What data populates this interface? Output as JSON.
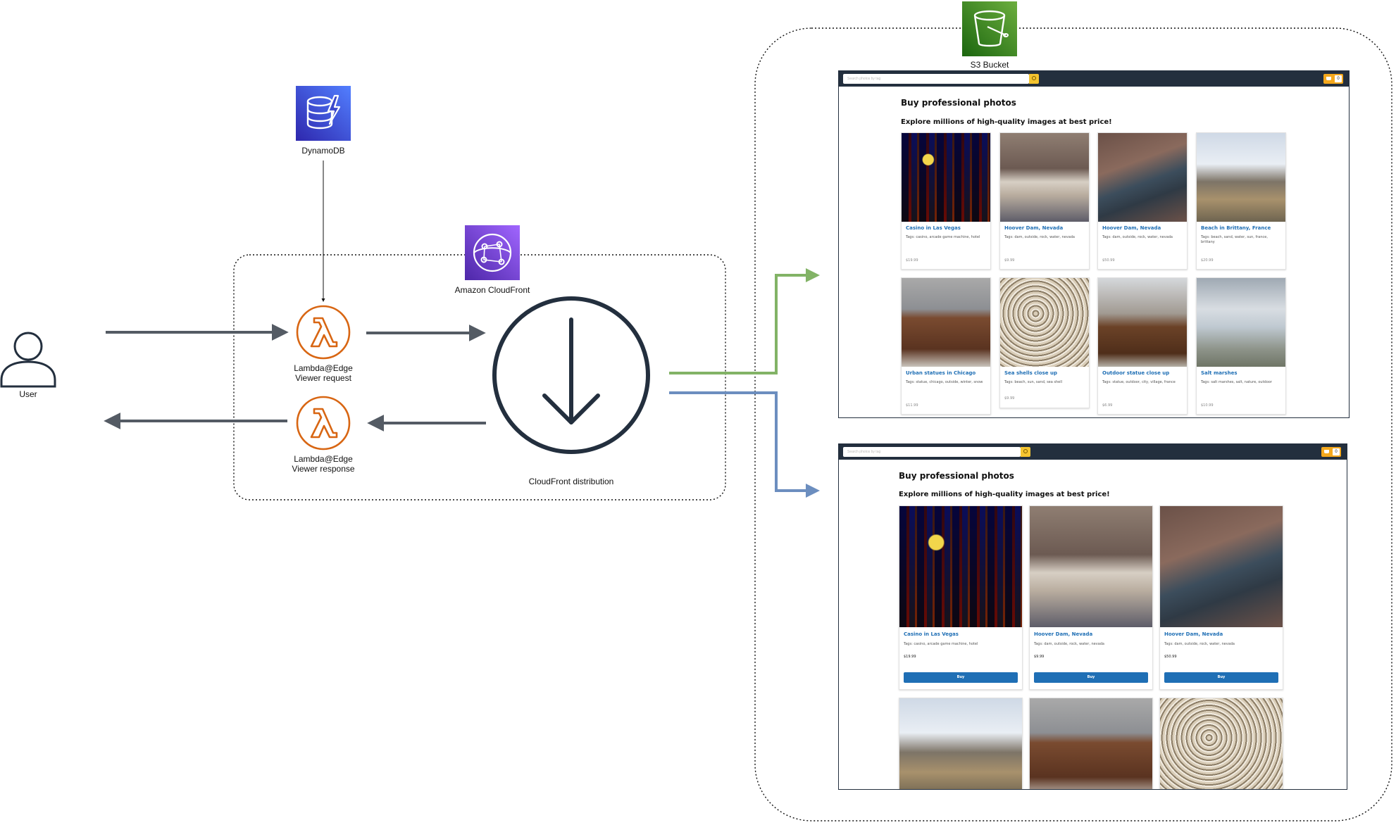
{
  "diagram": {
    "labels": {
      "user": "User",
      "dynamodb": "DynamoDB",
      "cloudfront": "Amazon CloudFront",
      "lambda_request": [
        "Lambda@Edge",
        "Viewer request"
      ],
      "lambda_response": [
        "Lambda@Edge",
        "Viewer response"
      ],
      "distribution": "CloudFront distribution",
      "s3": "S3 Bucket"
    },
    "icons": {
      "user": "user-icon",
      "dynamodb": "dynamodb-icon",
      "cloudfront": "cloudfront-icon",
      "lambda": "lambda-icon",
      "distribution": "download-arrow-icon",
      "s3": "s3-bucket-icon"
    },
    "colors": {
      "arrow": "#545b64",
      "green_route": "#82b366",
      "blue_route": "#6c8ebf",
      "lambda_orange": "#d86613",
      "dynamodb_blue": "#3b48cc",
      "cloudfront_purple": "#8c4fff",
      "s3_green": "#3f8624",
      "buy_button": "#1f6fb5",
      "navbar": "#232f3e"
    }
  },
  "site_a": {
    "search_placeholder": "Search photos by tag",
    "cart_count": "0",
    "title": "Buy professional photos",
    "subtitle": "Explore millions of high-quality images at best price!",
    "cards": [
      {
        "title": "Casino in Las Vegas",
        "tags": "Tags: casino, arcade game machine, hotel",
        "price": "$19.99",
        "image": "casino"
      },
      {
        "title": "Hoover Dam, Nevada",
        "tags": "Tags: dam, outside, rock, water, nevada",
        "price": "$9.99",
        "image": "dam1"
      },
      {
        "title": "Hoover Dam, Nevada",
        "tags": "Tags: dam, outside, rock, water, nevada",
        "price": "$50.99",
        "image": "dam2"
      },
      {
        "title": "Beach in Brittany, France",
        "tags": "Tags: beach, sand, water, sun, france, brittany",
        "price": "$20.99",
        "image": "beach"
      },
      {
        "title": "Urban statues in Chicago",
        "tags": "Tags: statue, chicago, outside, winter, snow",
        "price": "$11.99",
        "image": "statues"
      },
      {
        "title": "Sea shells close up",
        "tags": "Tags: beach, sun, sand, sea shell",
        "price": "$9.99",
        "image": "shells"
      },
      {
        "title": "Outdoor statue close up",
        "tags": "Tags: statue, outdoor, city, village, france",
        "price": "$6.99",
        "image": "outdoor"
      },
      {
        "title": "Salt marshes",
        "tags": "Tags: salt marshes, salt, nature, outdoor",
        "price": "$10.99",
        "image": "salt"
      }
    ]
  },
  "site_b": {
    "search_placeholder": "Search photos by tag",
    "cart_count": "0",
    "title": "Buy professional photos",
    "subtitle": "Explore millions of high-quality images at best price!",
    "buy_label": "Buy",
    "cards": [
      {
        "title": "Casino in Las Vegas",
        "tags": "Tags: casino, arcade game machine, hotel",
        "price": "$19.99",
        "image": "casino"
      },
      {
        "title": "Hoover Dam, Nevada",
        "tags": "Tags: dam, outside, rock, water, nevada",
        "price": "$9.99",
        "image": "dam1"
      },
      {
        "title": "Hoover Dam, Nevada",
        "tags": "Tags: dam, outside, rock, water, nevada",
        "price": "$50.99",
        "image": "dam2"
      }
    ],
    "partial_images": [
      "beach",
      "statues",
      "shells"
    ]
  }
}
